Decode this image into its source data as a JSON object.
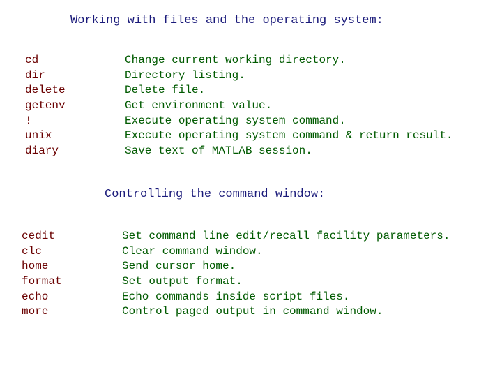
{
  "files_section": {
    "title": "Working with files and the operating system:",
    "commands": [
      "cd",
      "dir",
      "delete",
      "getenv",
      "!",
      "unix",
      "diary"
    ],
    "descriptions": [
      "Change current working directory.",
      "Directory listing.",
      "Delete file.",
      "Get environment value.",
      "Execute operating system command.",
      "Execute operating system command & return result.",
      "Save text of MATLAB session."
    ]
  },
  "window_section": {
    "title": "Controlling the command window:",
    "commands": [
      "cedit",
      "clc",
      "home",
      "format",
      "echo",
      "more"
    ],
    "descriptions": [
      "Set command line edit/recall facility parameters.",
      "Clear command window.",
      "Send cursor home.",
      "Set output format.",
      "Echo commands inside script files.",
      "Control paged output in command window."
    ]
  },
  "colors": {
    "heading": "#1a1a7a",
    "command": "#6a0000",
    "description": "#005a00",
    "background": "#ffffff"
  }
}
